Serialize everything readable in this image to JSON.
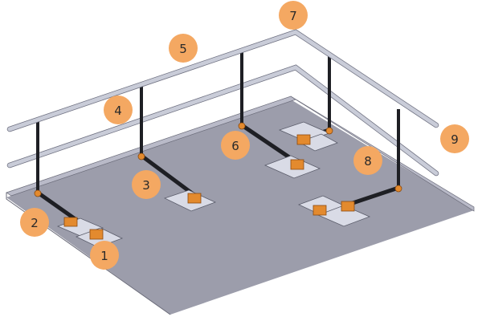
{
  "diagram": {
    "title": "Free-standing guardrail system on flat roof",
    "labels": [
      "1",
      "2",
      "3",
      "4",
      "5",
      "6",
      "7",
      "8",
      "9"
    ],
    "colors": {
      "callout": "#f4a862",
      "roof": "#9c9dab",
      "post": "#1e1f24",
      "clamp": "#e38a2e",
      "rail": "#c9ccd8"
    }
  }
}
